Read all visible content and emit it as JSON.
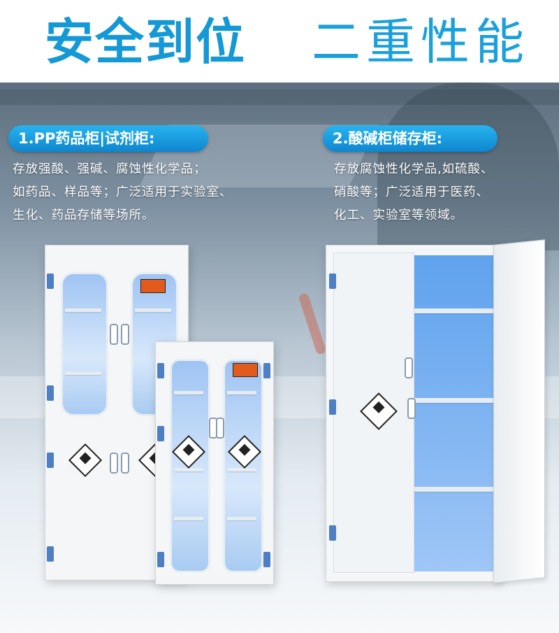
{
  "headline": {
    "part1": "安全到位",
    "part2": "二重性能"
  },
  "features": [
    {
      "title": "1.PP药品柜|试剂柜:",
      "lines": [
        "存放强酸、强碱、腐蚀性化学品；",
        "如药品、样品等；广泛适用于实验室、",
        "生化、药品存储等场所。"
      ]
    },
    {
      "title": "2.酸碱柜储存柜:",
      "lines": [
        "存放腐蚀性化学品,如硫酸、",
        "硝酸等；广泛适用于医药、",
        "化工、实验室等领域。"
      ]
    }
  ],
  "colors": {
    "accent": "#1499d6",
    "pill": "#1b9ee0",
    "hinge": "#4e7fc2"
  }
}
